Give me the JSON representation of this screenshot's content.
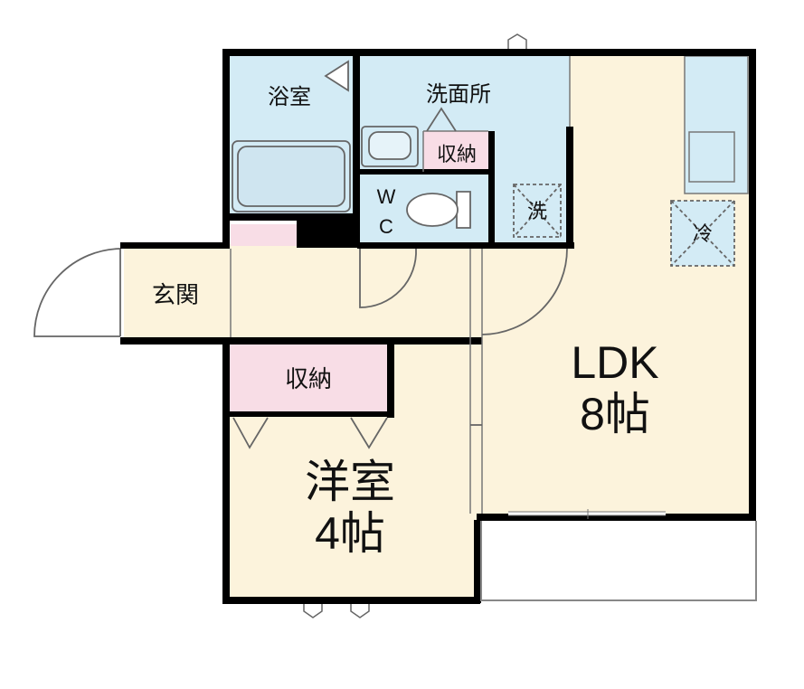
{
  "rooms": {
    "bath": "浴室",
    "washroom": "洗面所",
    "storage_small": "収納",
    "wc_line1": "W",
    "wc_line2": "C",
    "washer": "洗",
    "fridge": "冷",
    "entrance": "玄関",
    "storage": "収納",
    "ldk_name": "LDK",
    "ldk_size": "8帖",
    "western_name": "洋室",
    "western_size": "4帖"
  },
  "colors": {
    "wall": "#000000",
    "wet_area": "#d3ebf5",
    "living_floor": "#fcf3dc",
    "storage_fill": "#f8dde6"
  }
}
